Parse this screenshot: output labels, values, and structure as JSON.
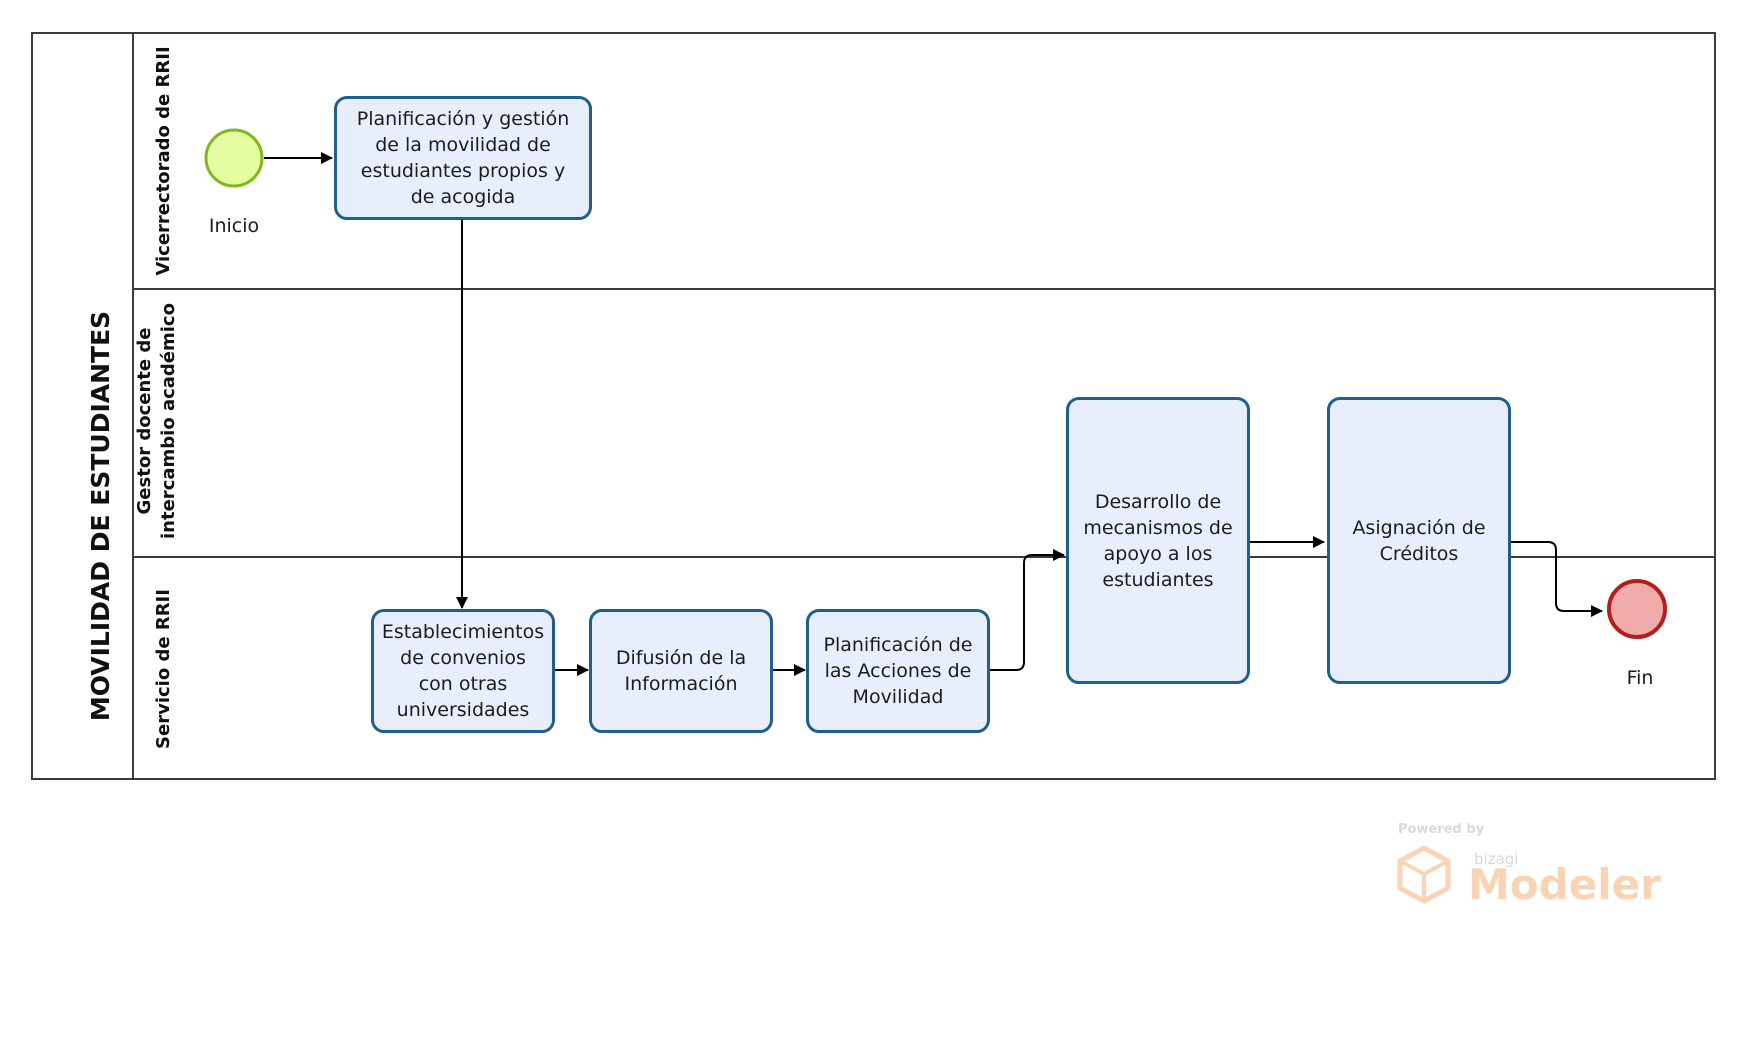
{
  "pool": {
    "title": "MOVILIDAD DE ESTUDIANTES"
  },
  "lanes": [
    {
      "label": "Vicerrectorado de RRII"
    },
    {
      "label": "Gestor docente de\nintercambio académico"
    },
    {
      "label": "Servicio de RRII"
    }
  ],
  "events": {
    "start": {
      "label": "Inicio"
    },
    "end": {
      "label": "Fin"
    }
  },
  "tasks": {
    "planificacion_gestion": {
      "label": "Planificación y gestión\nde la movilidad de\nestudiantes propios y\nde acogida"
    },
    "establecimientos": {
      "label": "Establecimientos\nde convenios\ncon otras\nuniversidades"
    },
    "difusion": {
      "label": "Difusión de la\nInformación"
    },
    "planificacion_acciones": {
      "label": "Planificación de\nlas Acciones de\nMovilidad"
    },
    "desarrollo": {
      "label": "Desarrollo de\nmecanismos de\napoyo a los\nestudiantes"
    },
    "asignacion": {
      "label": "Asignación de\nCréditos"
    }
  },
  "watermark": {
    "powered_by": "Powered by",
    "brand": "bizagi",
    "product": "Modeler",
    "logo_icon": "bizagi-cube-icon"
  },
  "colors": {
    "task_fill": "#e9eefc",
    "task_border": "#1f5f8b",
    "start_fill": "#e6fca0",
    "start_border": "#7fb81e",
    "end_fill": "#efaaaa",
    "end_border": "#b71c1c",
    "watermark_accent": "#f4b27a"
  }
}
